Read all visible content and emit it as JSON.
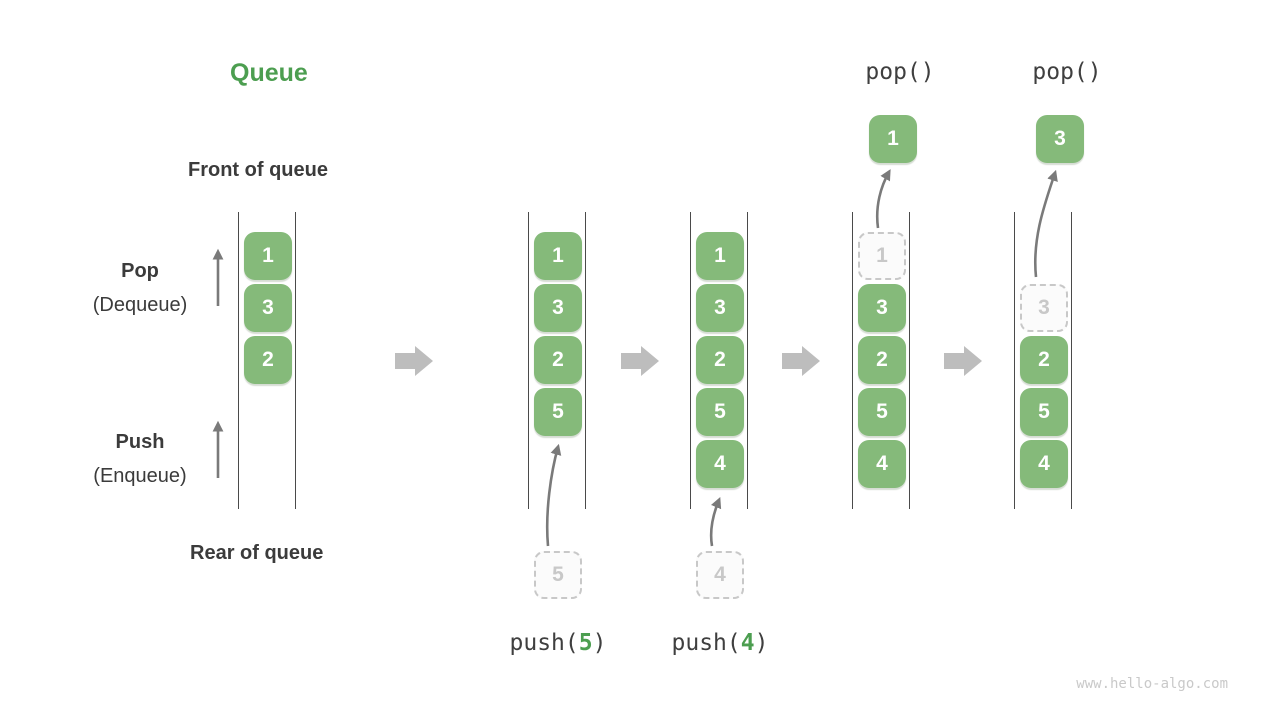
{
  "title": "Queue",
  "side_labels": {
    "front": "Front of queue",
    "rear": "Rear of queue",
    "pop_title": "Pop",
    "pop_sub": "(Dequeue)",
    "push_title": "Push",
    "push_sub": "(Enqueue)"
  },
  "watermark": "www.hello-algo.com",
  "colors": {
    "cell_green": "#85BA7A",
    "accent_green": "#4C9E50",
    "text_dark": "#3B3B3B",
    "block_arrow_gray": "#BDBDBD",
    "thin_arrow_gray": "#7A7A7A",
    "dashed_gray": "#C8C8C8"
  },
  "queues": [
    {
      "name": "initial",
      "cells": [
        {
          "row": 0,
          "value": "1",
          "style": "solid"
        },
        {
          "row": 1,
          "value": "3",
          "style": "solid"
        },
        {
          "row": 2,
          "value": "2",
          "style": "solid"
        }
      ]
    },
    {
      "name": "after-push-5",
      "cells": [
        {
          "row": 0,
          "value": "1",
          "style": "solid"
        },
        {
          "row": 1,
          "value": "3",
          "style": "solid"
        },
        {
          "row": 2,
          "value": "2",
          "style": "solid"
        },
        {
          "row": 3,
          "value": "5",
          "style": "solid"
        }
      ],
      "incoming": "5",
      "op": {
        "prefix": "push(",
        "arg": "5",
        "suffix": ")"
      }
    },
    {
      "name": "after-push-4",
      "cells": [
        {
          "row": 0,
          "value": "1",
          "style": "solid"
        },
        {
          "row": 1,
          "value": "3",
          "style": "solid"
        },
        {
          "row": 2,
          "value": "2",
          "style": "solid"
        },
        {
          "row": 3,
          "value": "5",
          "style": "solid"
        },
        {
          "row": 4,
          "value": "4",
          "style": "solid"
        }
      ],
      "incoming": "4",
      "op": {
        "prefix": "push(",
        "arg": "4",
        "suffix": ")"
      }
    },
    {
      "name": "pop-first",
      "cells": [
        {
          "row": 0,
          "value": "1",
          "style": "dashed"
        },
        {
          "row": 1,
          "value": "3",
          "style": "solid"
        },
        {
          "row": 2,
          "value": "2",
          "style": "solid"
        },
        {
          "row": 3,
          "value": "5",
          "style": "solid"
        },
        {
          "row": 4,
          "value": "4",
          "style": "solid"
        }
      ],
      "popped": "1",
      "op_top": "pop()"
    },
    {
      "name": "pop-second",
      "cells": [
        {
          "row": 1,
          "value": "3",
          "style": "dashed"
        },
        {
          "row": 2,
          "value": "2",
          "style": "solid"
        },
        {
          "row": 3,
          "value": "5",
          "style": "solid"
        },
        {
          "row": 4,
          "value": "4",
          "style": "solid"
        }
      ],
      "popped": "3",
      "op_top": "pop()"
    }
  ]
}
